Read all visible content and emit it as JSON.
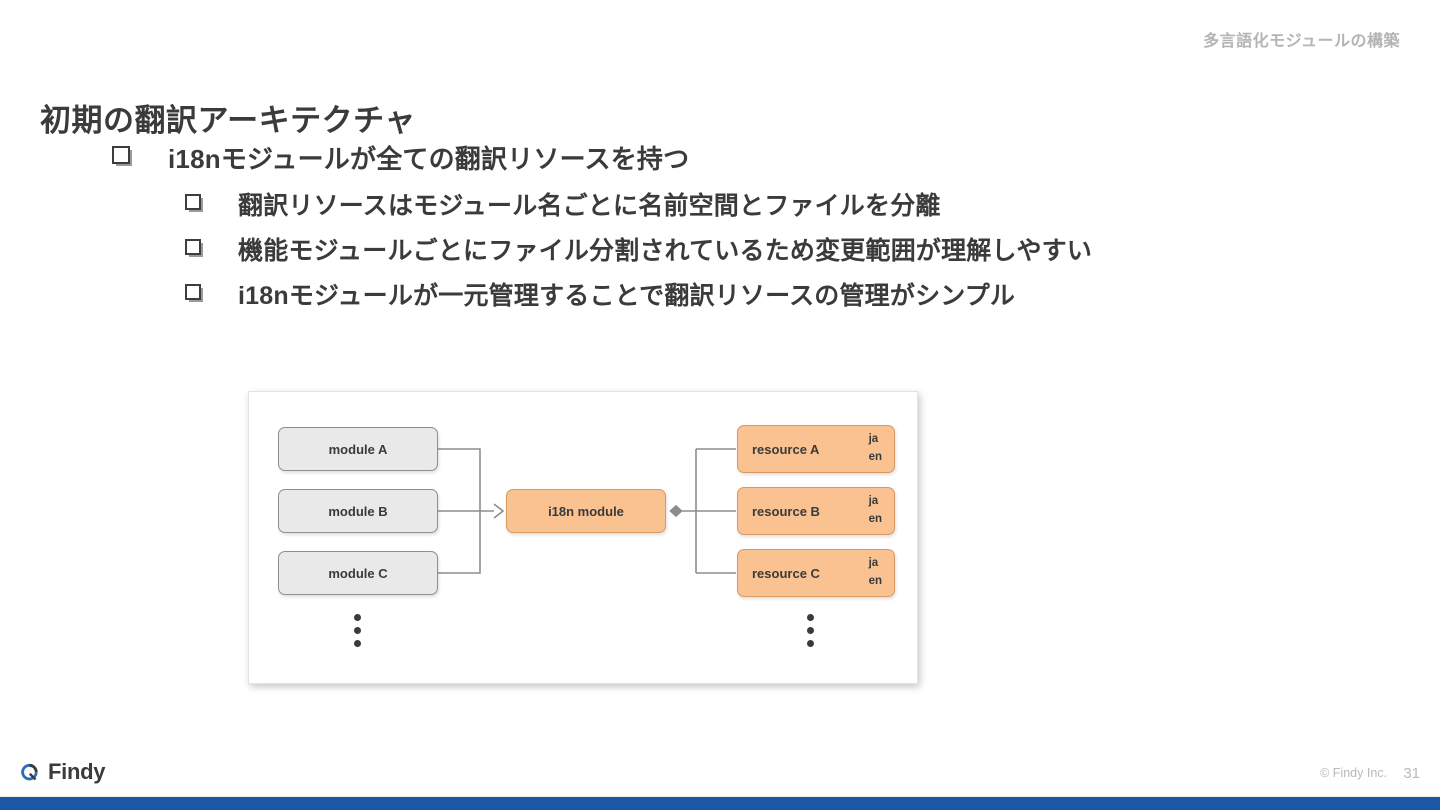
{
  "slide": {
    "eyebrow": "多言語化モジュールの構築",
    "title": "初期の翻訳アーキテクチャ",
    "page_number": "31"
  },
  "bullets": [
    {
      "level": 1,
      "marker": "hollow-square",
      "text": "i18nモジュールが全ての翻訳リソースを持つ"
    },
    {
      "level": 2,
      "marker": "hollow-square",
      "text": "翻訳リソースはモジュール名ごとに名前空間とファイルを分離"
    },
    {
      "level": 2,
      "marker": "hollow-square",
      "text": "機能モジュールごとにファイル分割されているため変更範囲が理解しやすい"
    },
    {
      "level": 2,
      "marker": "hollow-square",
      "text": "i18nモジュールが一元管理することで翻訳リソースの管理がシンプル"
    }
  ],
  "diagram": {
    "modules": [
      {
        "label": "module A"
      },
      {
        "label": "module B"
      },
      {
        "label": "module C"
      }
    ],
    "hub": {
      "label": "i18n module"
    },
    "resources": [
      {
        "label": "resource A",
        "languages": [
          "ja",
          "en"
        ]
      },
      {
        "label": "resource B",
        "languages": [
          "ja",
          "en"
        ]
      },
      {
        "label": "resource C",
        "languages": [
          "ja",
          "en"
        ]
      }
    ],
    "ellipsis_left": "vertical-ellipsis",
    "ellipsis_right": "vertical-ellipsis",
    "colors": {
      "module_fill": "#e9e9e9",
      "module_border": "#8f8f8f",
      "accent_fill": "#fbc291",
      "accent_border": "#d79a63",
      "connector": "#8d8d8d"
    }
  },
  "footer": {
    "brand": "Findy",
    "copyright": "© Findy Inc.",
    "bar_color": "#1c56a5"
  }
}
